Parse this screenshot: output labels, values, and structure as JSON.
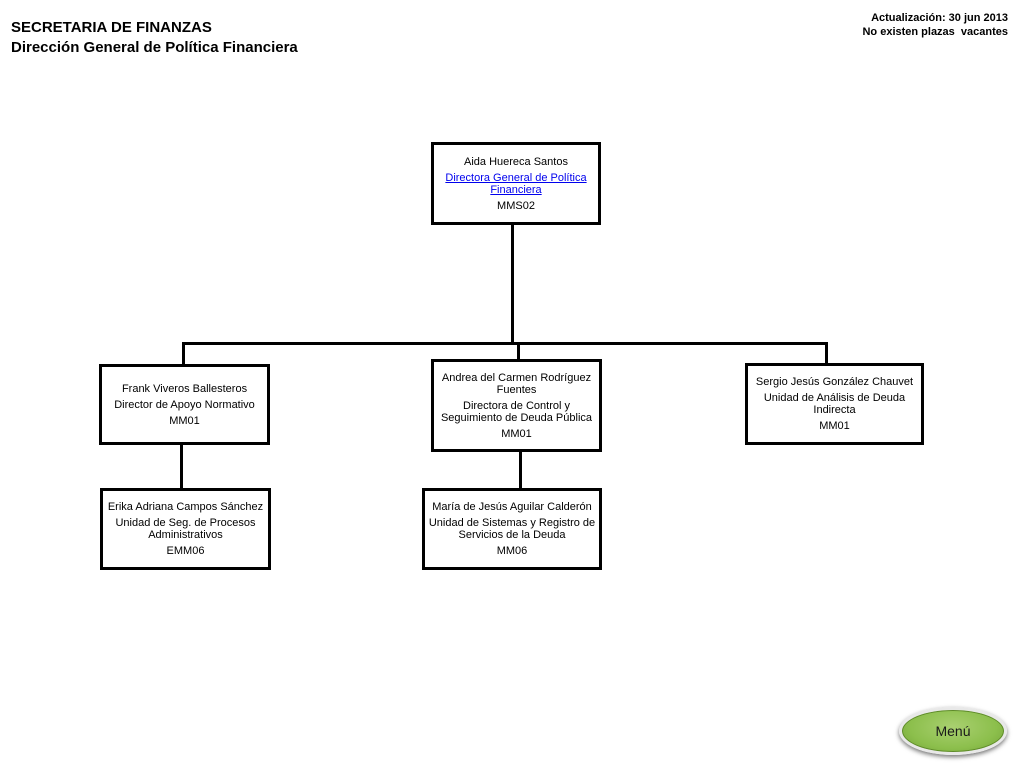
{
  "header": {
    "title": "SECRETARIA DE FINANZAS",
    "subtitle": "Dirección General de Política Financiera",
    "updated": "Actualización: 30 jun 2013",
    "vacancies": "No existen plazas  vacantes"
  },
  "org": {
    "director_general": {
      "name": "Aida Huereca Santos",
      "role": "Directora General de Política Financiera",
      "code": "MMS02"
    },
    "apoyo_normativo": {
      "name": "Frank Viveros Ballesteros",
      "role": "Director de Apoyo Normativo",
      "code": "MM01"
    },
    "control_deuda": {
      "name": "Andrea del Carmen Rodríguez Fuentes",
      "role": "Directora de Control y Seguimiento de Deuda Pública",
      "code": "MM01"
    },
    "deuda_indirecta": {
      "name": "Sergio Jesús González Chauvet",
      "role": "Unidad de Análisis de Deuda Indirecta",
      "code": "MM01"
    },
    "procesos_admin": {
      "name": "Erika Adriana Campos Sánchez",
      "role": "Unidad de Seg. de Procesos Administrativos",
      "code": "EMM06"
    },
    "sistemas_deuda": {
      "name": "María de Jesús Aguilar Calderón",
      "role": "Unidad de Sistemas y Registro de Servicios de la Deuda",
      "code": "MM06"
    }
  },
  "menu": {
    "label": "Menú"
  },
  "colors": {
    "link": "#0000ee",
    "menu_green": "#8cbf4c"
  }
}
